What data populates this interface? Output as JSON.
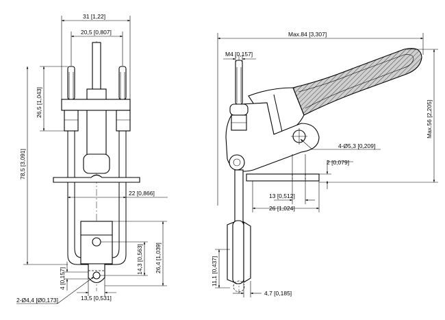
{
  "dimensions": {
    "front_width": "31 [1,22]",
    "front_spacing": "20,5 [0,807]",
    "front_thread_length": "26,5 [1,043]",
    "front_total_height": "78,5 [3,091]",
    "front_base_width": "22 [0,866]",
    "front_clamp_height": "26,4 [1,039]",
    "front_hole_height": "14,3 [0,563]",
    "front_hole_offset": "4 [0,157]",
    "front_hole_diameter": "2-Ø4,4 [Ø0,173]",
    "front_bottom_width": "13,5 [0,531]",
    "side_max_length": "Max.84 [3,307]",
    "side_thread": "M4 [0,157]",
    "side_max_height": "Max.56 [2,205]",
    "side_holes": "4-Ø5,3 [0,209]",
    "side_base_thickness": "2 [0,079]",
    "side_hole_spacing": "13 [0,512]",
    "side_base_length": "26 [1,024]",
    "side_clamp_height": "11,1 [0,437]",
    "side_clamp_offset": "4,7 [0,185]"
  }
}
